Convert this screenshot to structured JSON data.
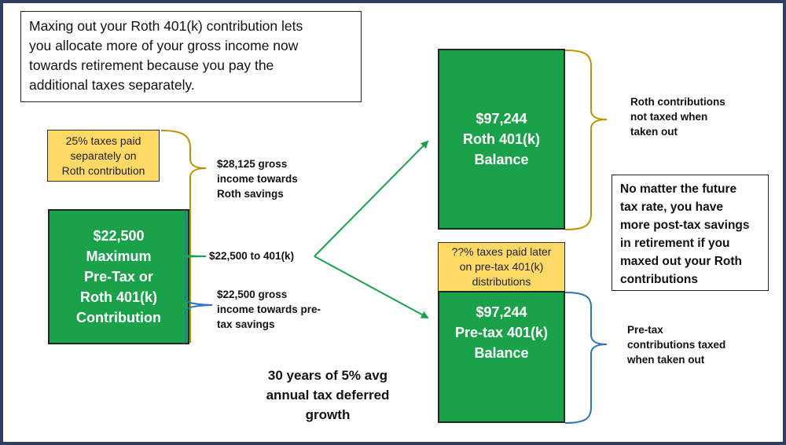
{
  "intro_text": "Maxing out your Roth 401(k) contribution lets\nyou allocate more of your gross income now\ntowards retirement because you pay the\nadditional taxes separately.",
  "left": {
    "taxes_box": "25% taxes paid\nseparately on\nRoth contribution",
    "contribution_box": "$22,500\nMaximum\nPre-Tax or\nRoth 401(k)\nContribution",
    "roth_gross_label": "$28,125 gross\nincome towards\nRoth savings",
    "to_401k_label": "$22,500 to 401(k)",
    "pretax_gross_label": "$22,500 gross\nincome towards pre-\ntax savings"
  },
  "growth_label": "30 years of 5% avg\nannual tax deferred\ngrowth",
  "right": {
    "roth_balance": "$97,244\nRoth 401(k)\nBalance",
    "roth_note": "Roth contributions\nnot taxed when\ntaken out",
    "pretax_taxes_box": "??% taxes paid later\non pre-tax 401(k)\ndistributions",
    "pretax_balance": "$97,244\nPre-tax 401(k)\nBalance",
    "pretax_note": "Pre-tax\ncontributions taxed\nwhen taken out",
    "conclusion": "No matter the future\ntax rate, you have\nmore post-tax savings\nin retirement if you\nmaxed out your Roth\ncontributions"
  },
  "colors": {
    "green": "#1aa24a",
    "yellow": "#ffd966",
    "gold_brace": "#bf9000",
    "blue_brace": "#2e75b6",
    "arrow": "#1aa24a",
    "frame": "#2e3f63"
  }
}
